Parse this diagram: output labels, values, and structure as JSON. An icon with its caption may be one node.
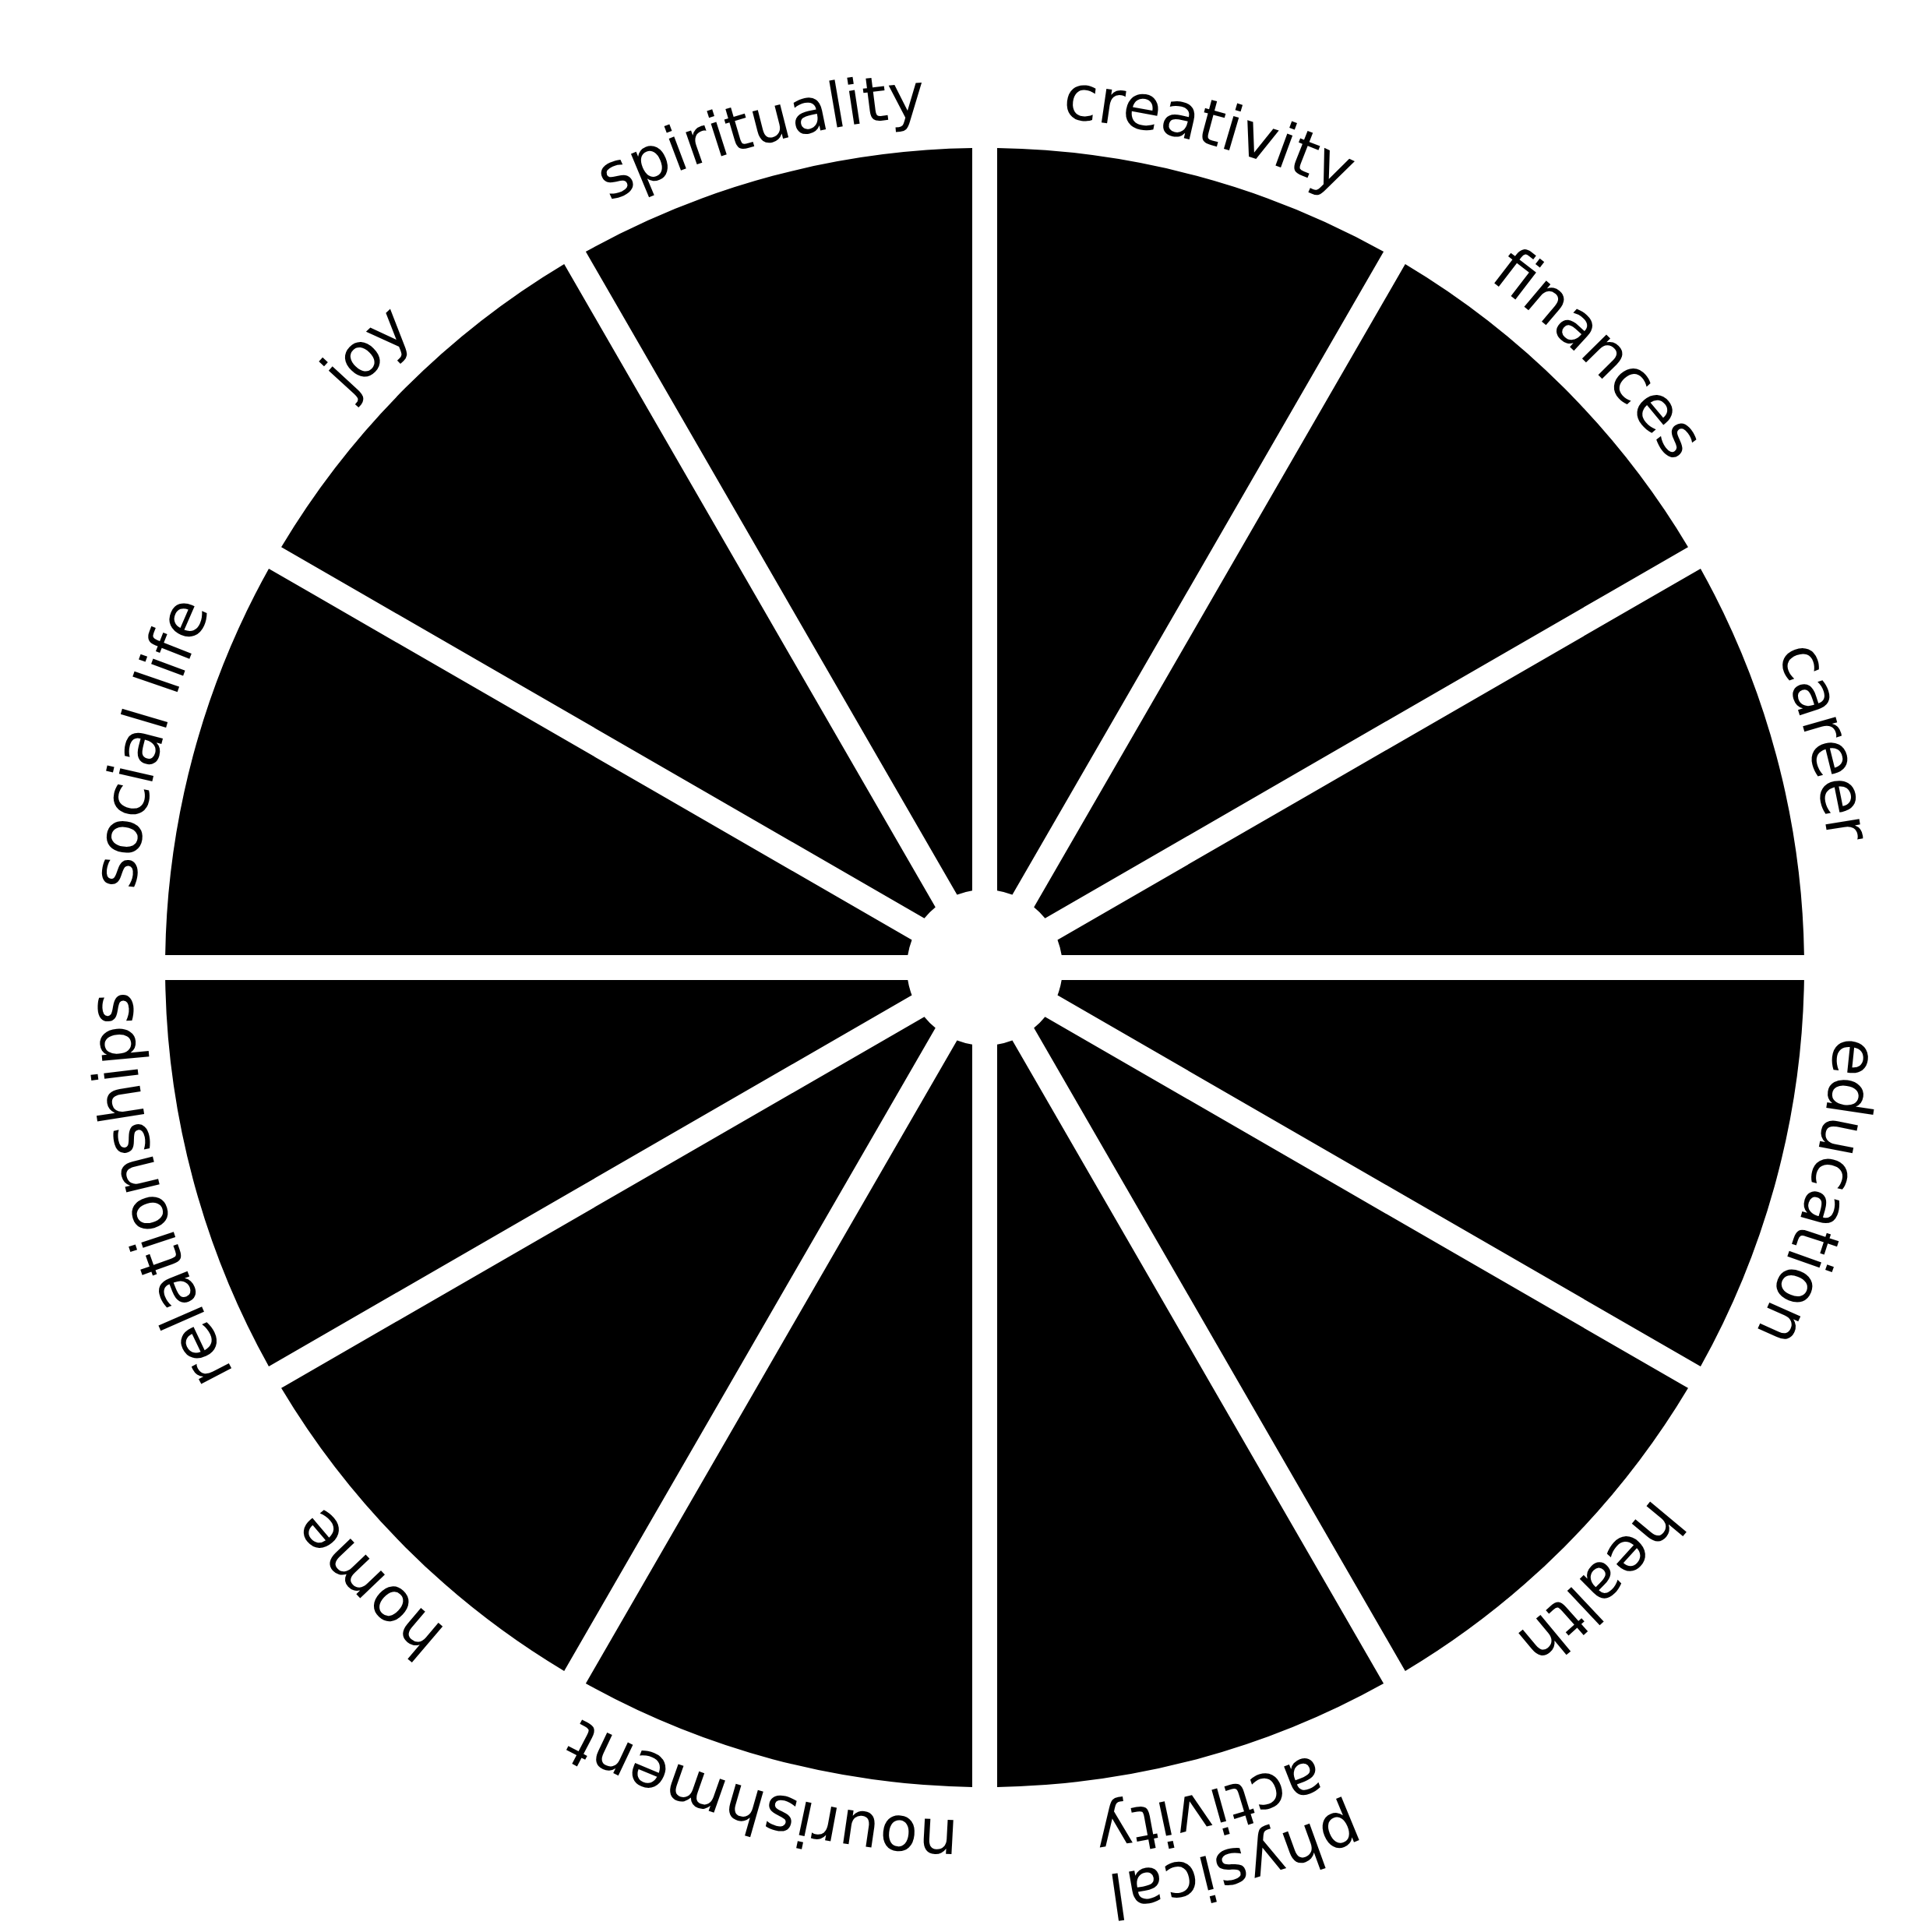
{
  "diagram": {
    "nodes": [
      {
        "text": [
          "creativity"
        ]
      },
      {
        "text": [
          "finances"
        ]
      },
      {
        "text": [
          "career"
        ]
      },
      {
        "text": [
          "education"
        ]
      },
      {
        "text": [
          "health"
        ]
      },
      {
        "text": [
          "physical activity"
        ]
      },
      {
        "text": [
          "nourishment"
        ]
      },
      {
        "text": [
          "home"
        ]
      },
      {
        "text": [
          "relationships"
        ]
      },
      {
        "text": [
          "social life"
        ]
      },
      {
        "text": [
          "joy"
        ]
      },
      {
        "text": [
          "spirituality"
        ]
      }
    ]
  }
}
